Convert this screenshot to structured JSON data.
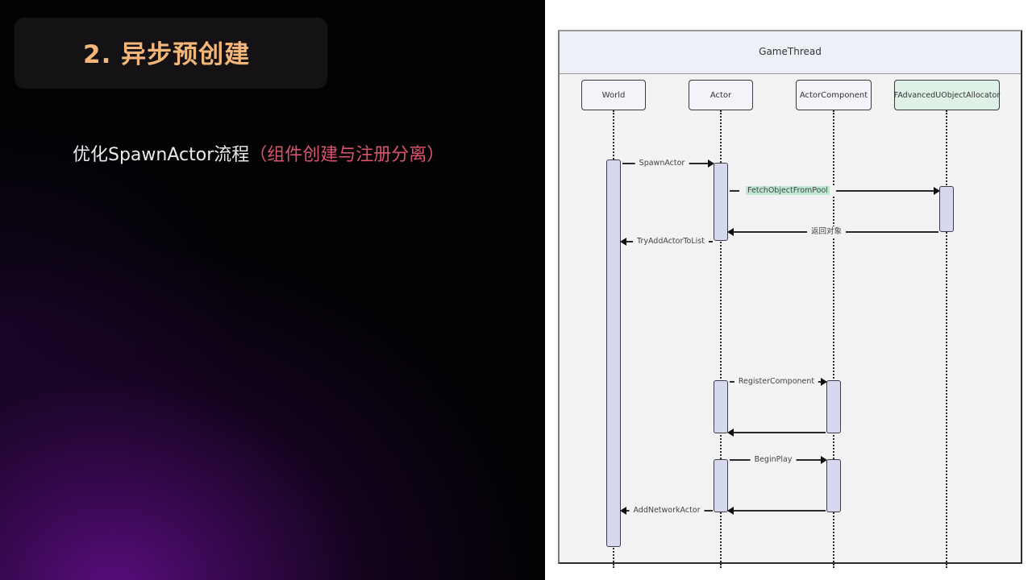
{
  "slide": {
    "title": "2. 异步预创建",
    "subtitle_main": "优化SpawnActor流程",
    "subtitle_accent": "（组件创建与注册分离）",
    "colors": {
      "title": "#f4b679",
      "accent": "#d8546a",
      "background_glow": "#5c0e82"
    }
  },
  "diagram": {
    "type": "sequence",
    "frame_title": "GameThread",
    "participants": [
      {
        "id": "world",
        "label": "World"
      },
      {
        "id": "actor",
        "label": "Actor"
      },
      {
        "id": "actor_component",
        "label": "ActorComponent"
      },
      {
        "id": "allocator",
        "label": "FAdvancedUObjectAllocator",
        "highlight": true
      }
    ],
    "messages": [
      {
        "from": "World",
        "to": "Actor",
        "label": "SpawnActor"
      },
      {
        "from": "Actor",
        "to": "FAdvancedUObjectAllocator",
        "label": "FetchObjectFromPool",
        "highlight": true
      },
      {
        "from": "FAdvancedUObjectAllocator",
        "to": "Actor",
        "label": "返回对象"
      },
      {
        "from": "Actor",
        "to": "World",
        "label": "TryAddActorToList"
      },
      {
        "from": "Actor",
        "to": "ActorComponent",
        "label": "RegisterComponent"
      },
      {
        "from": "ActorComponent",
        "to": "Actor",
        "label": ""
      },
      {
        "from": "Actor",
        "to": "ActorComponent",
        "label": "BeginPlay"
      },
      {
        "from": "ActorComponent",
        "to": "Actor",
        "label": ""
      },
      {
        "from": "Actor",
        "to": "World",
        "label": "AddNetworkActor"
      }
    ]
  }
}
